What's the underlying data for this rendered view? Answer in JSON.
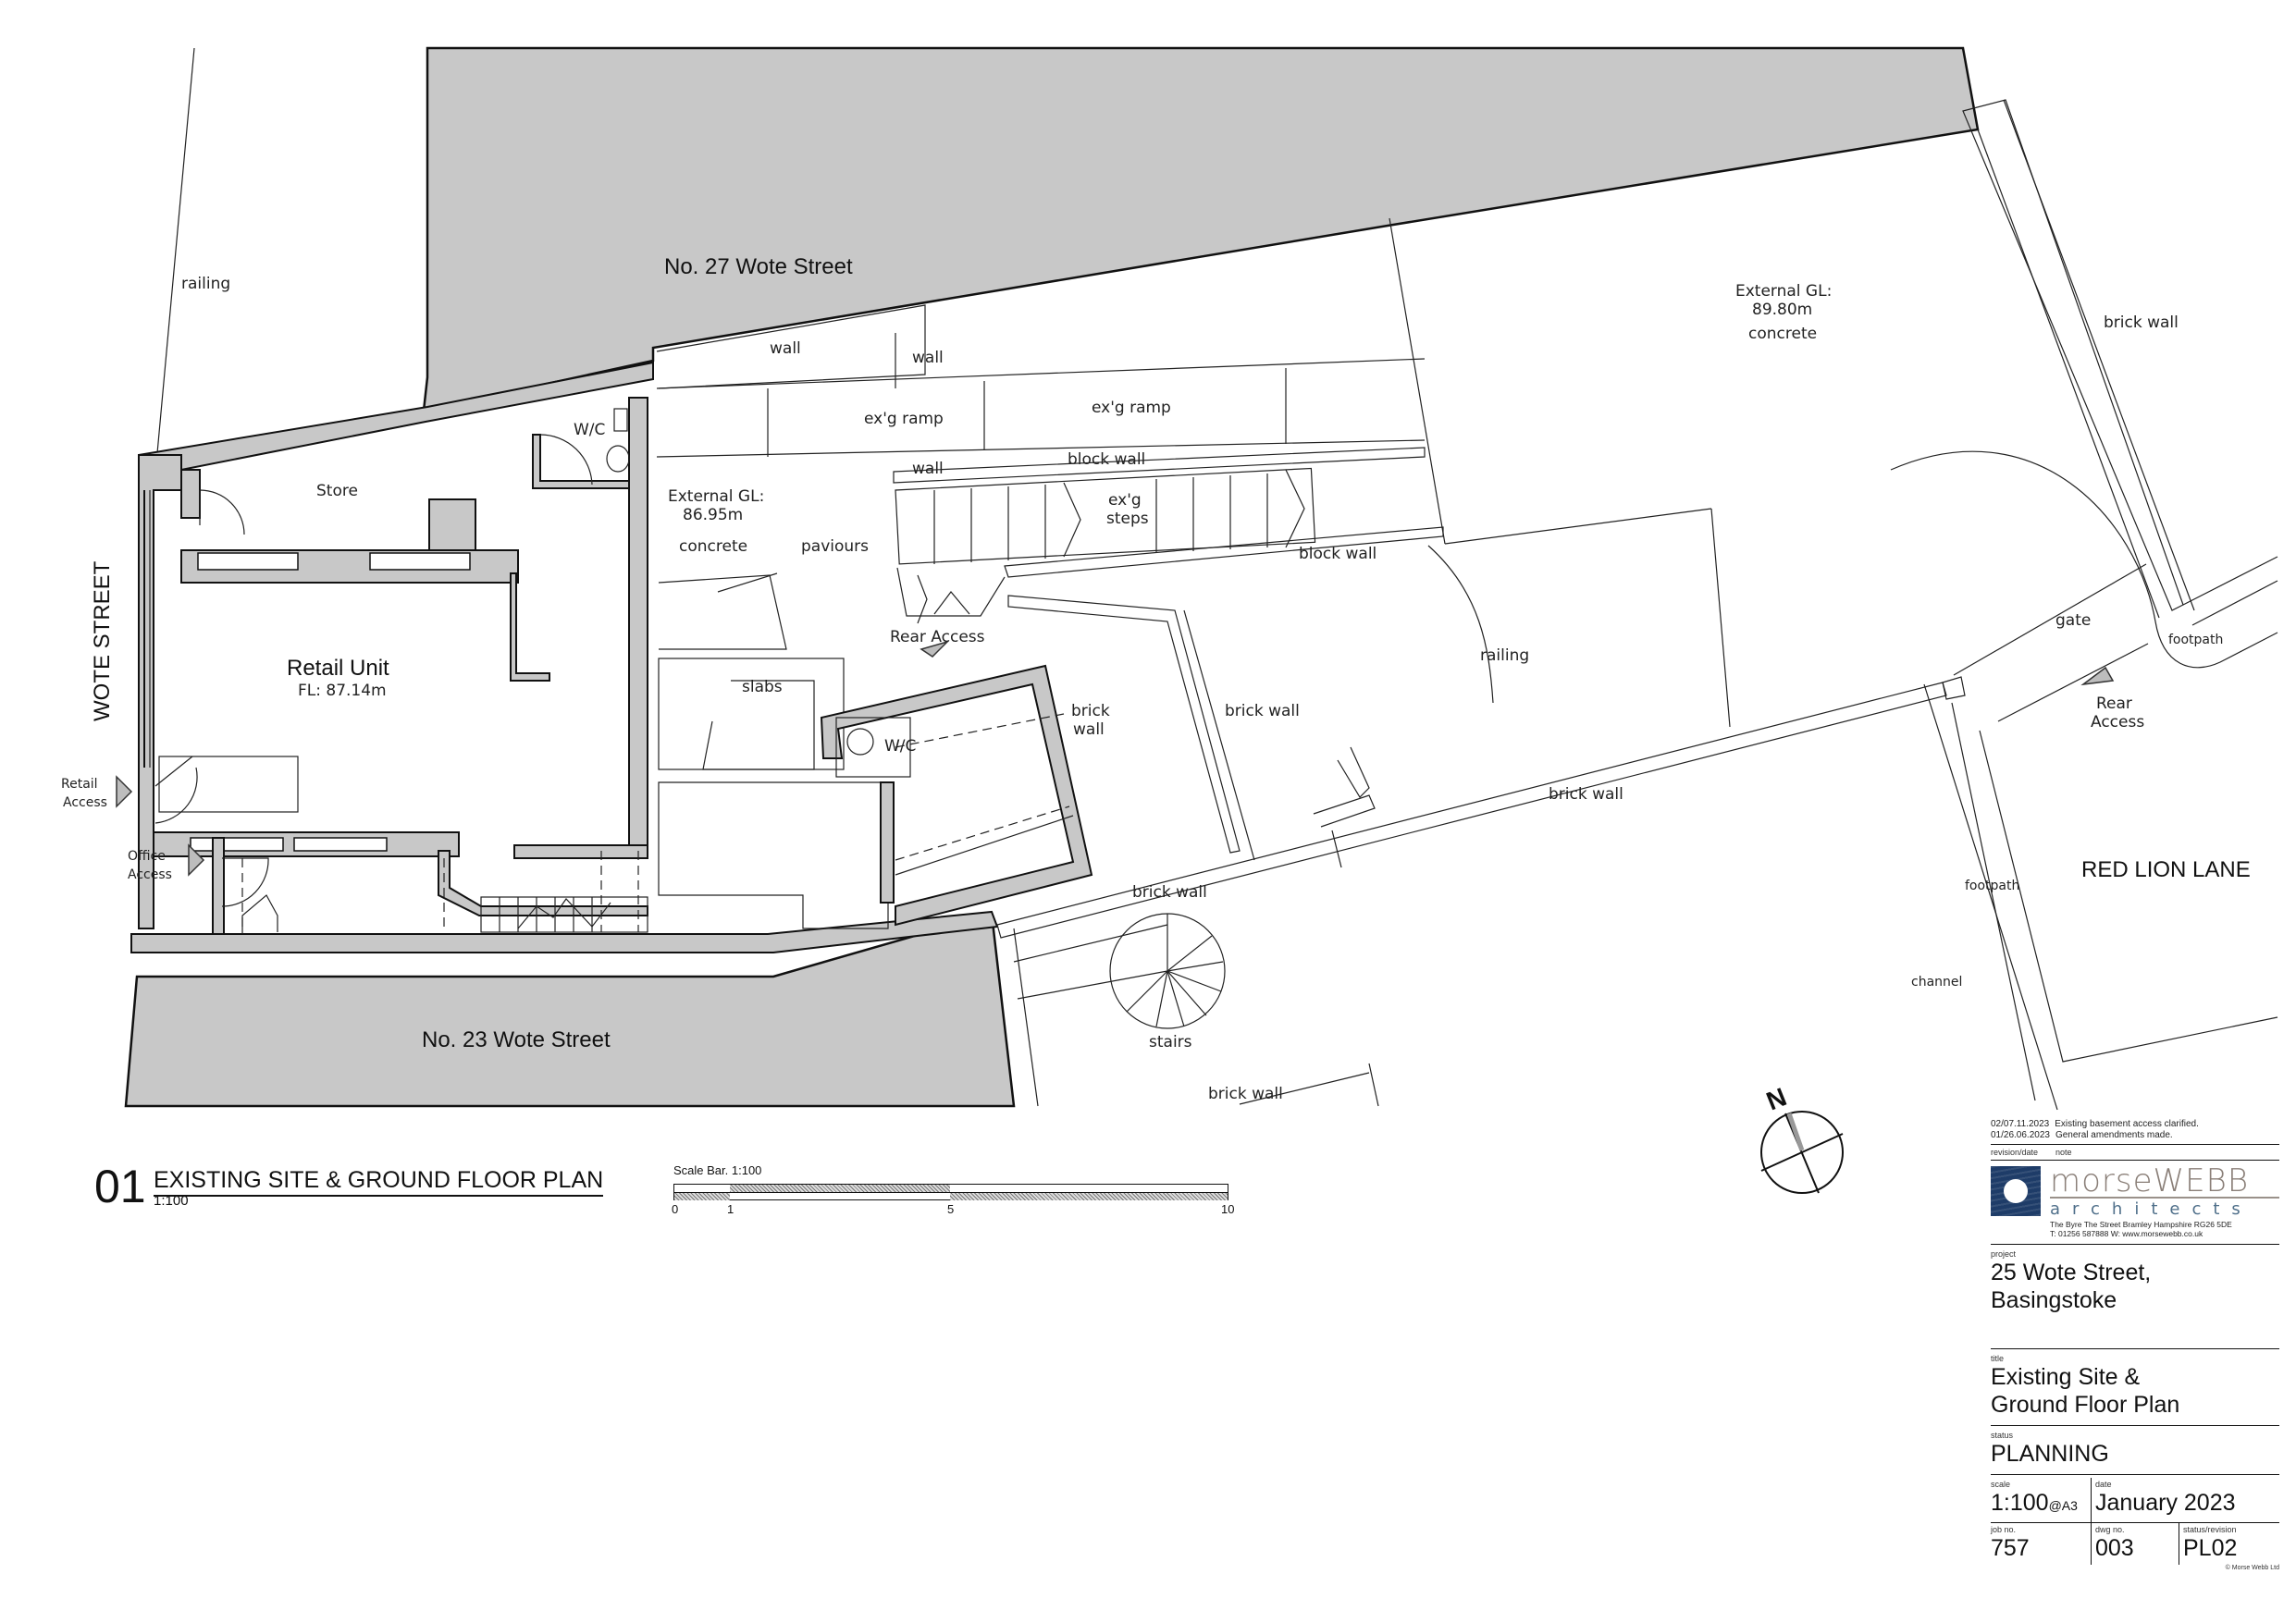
{
  "drawing": {
    "number": "01",
    "heading": "EXISTING SITE & GROUND FLOOR PLAN",
    "scale": "1:100",
    "scale_bar": {
      "label": "Scale Bar.  1:100",
      "ticks": [
        "0",
        "1",
        "5",
        "10"
      ]
    }
  },
  "plan_labels": {
    "wote_street": "WOTE STREET",
    "no27": "No. 27 Wote Street",
    "no23": "No. 23 Wote Street",
    "red_lion_lane": "RED LION LANE",
    "retail_unit": "Retail Unit",
    "retail_fl": "FL:  87.14m",
    "store": "Store",
    "wc_upper": "W/C",
    "wc_rear": "W/C",
    "railing_top": "railing",
    "railing_mid": "railing",
    "retail_access_1": "Retail",
    "retail_access_2": "Access",
    "office_access_1": "Office",
    "office_access_2": "Access",
    "wall_1": "wall",
    "wall_2": "wall",
    "wall_3": "wall",
    "exg_ramp_1": "ex'g  ramp",
    "exg_ramp_2": "ex'g  ramp",
    "block_wall_1": "block  wall",
    "block_wall_2": "block  wall",
    "exg_steps_1": "ex'g",
    "exg_steps_2": "steps",
    "ext_gl_1_a": "External  GL:",
    "ext_gl_1_b": "86.95m",
    "concrete_1": "concrete",
    "paviours": "paviours",
    "slabs": "slabs",
    "rear_access_mid": "Rear  Access",
    "brick_wall_a1": "brick",
    "brick_wall_a2": "wall",
    "brick_wall_b": "brick  wall",
    "brick_wall_c": "brick  wall",
    "brick_wall_d": "brick  wall",
    "brick_wall_e": "brick  wall",
    "brick_wall_f": "brick  wall",
    "stairs": "stairs",
    "ext_gl_2_a": "External  GL:",
    "ext_gl_2_b": "89.80m",
    "concrete_2": "concrete",
    "gate": "gate",
    "footpath_1": "footpath",
    "footpath_2": "footpath",
    "channel": "channel",
    "rear_access_right_1": "Rear",
    "rear_access_right_2": "Access",
    "north": "N"
  },
  "title_block": {
    "revisions": [
      {
        "rev": "02/07.11.2023",
        "note": "Existing basement access clarified."
      },
      {
        "rev": "01/26.06.2023",
        "note": "General amendments made."
      }
    ],
    "revision_header": {
      "rev": "revision/date",
      "note": "note"
    },
    "logo": {
      "name_light": "morse",
      "name_caps": "WEBB",
      "sub": "architects",
      "address": "The Byre  The Street  Bramley  Hampshire  RG26 5DE",
      "contact": "T: 01256 587888  W: www.morsewebb.co.uk",
      "colors": {
        "square": "#1e3c68",
        "text": "#8a7f78",
        "sub": "#4f6f8a"
      }
    },
    "project": {
      "label": "project",
      "line1": "25 Wote Street,",
      "line2": "Basingstoke"
    },
    "title": {
      "label": "title",
      "line1": "Existing Site &",
      "line2": "Ground Floor Plan"
    },
    "status": {
      "label": "status",
      "value": "PLANNING"
    },
    "scale": {
      "label": "scale",
      "value": "1:100",
      "suffix": "@A3"
    },
    "date": {
      "label": "date",
      "value": "January 2023"
    },
    "job_no": {
      "label": "job no.",
      "value": "757"
    },
    "dwg_no": {
      "label": "dwg no.",
      "value": "003"
    },
    "status_revision": {
      "label": "status/revision",
      "value": "PL02"
    },
    "copyright": "© Morse Webb Ltd"
  },
  "colors": {
    "wall_fill": "#c8c8c8",
    "line": "#111111",
    "background": "#ffffff"
  }
}
